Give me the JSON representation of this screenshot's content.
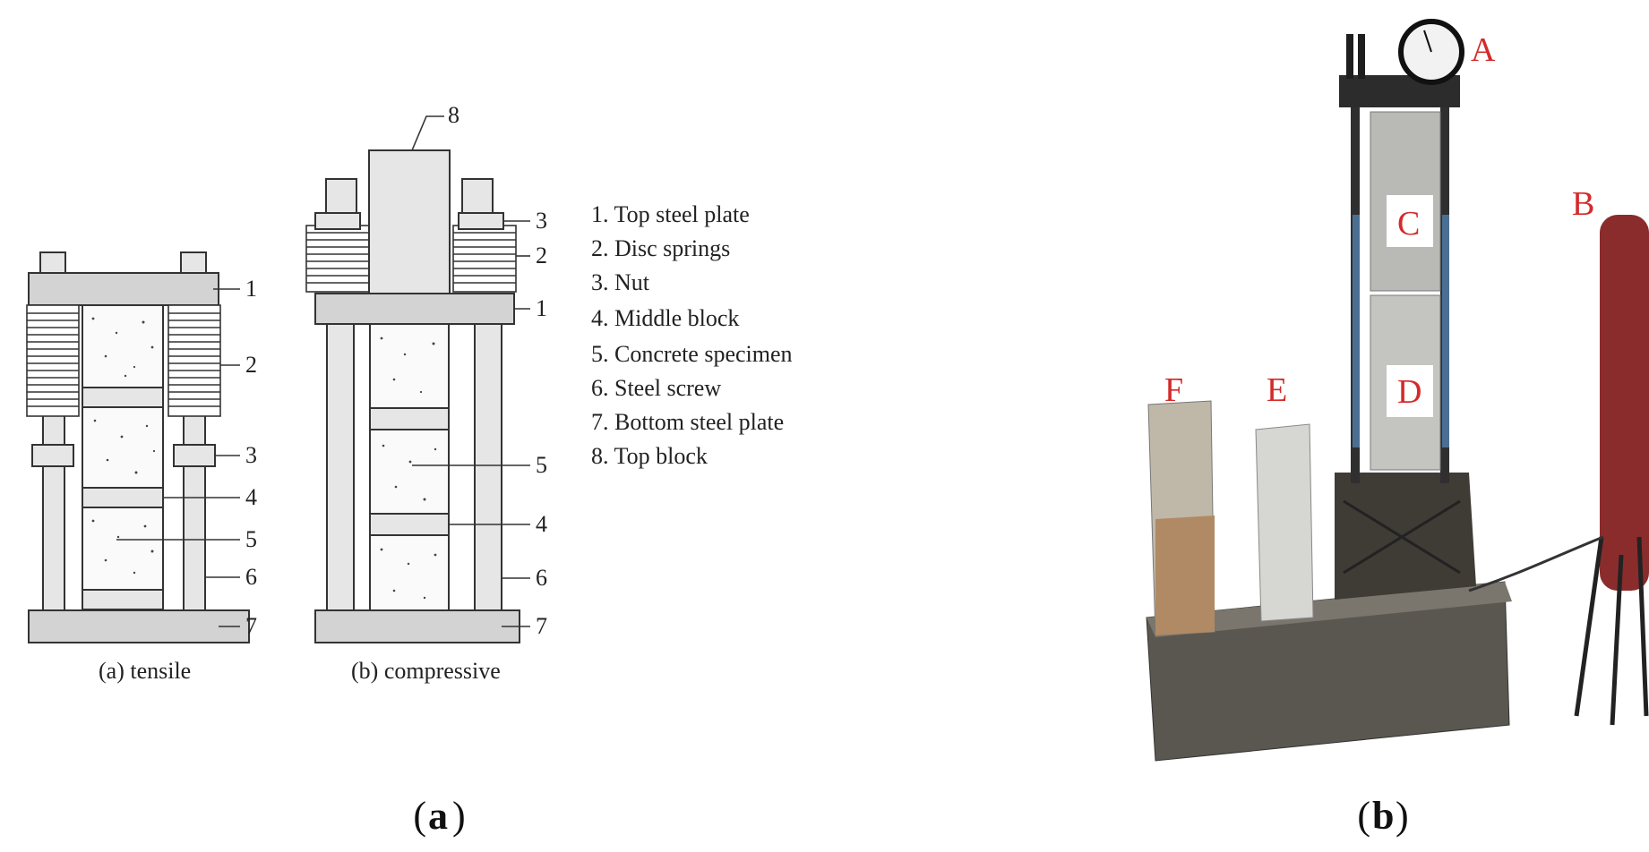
{
  "panels": {
    "a_label": "a",
    "b_label": "b"
  },
  "diagram_a": {
    "tensile_caption": "(a) tensile",
    "compressive_caption": "(b) compressive",
    "tensile_numbers": [
      "1",
      "2",
      "3",
      "4",
      "5",
      "6",
      "7"
    ],
    "compressive_numbers": [
      "8",
      "3",
      "2",
      "1",
      "5",
      "4",
      "6",
      "7"
    ],
    "legend": [
      "1. Top steel plate",
      "2. Disc springs",
      "3. Nut",
      "4. Middle block",
      "5. Concrete specimen",
      "6. Steel screw",
      "7. Bottom steel plate",
      "8. Top block"
    ]
  },
  "photo_b": {
    "labels": [
      "A",
      "B",
      "C",
      "D",
      "E",
      "F"
    ]
  },
  "colors": {
    "photo_label": "#d42a2a",
    "steel": "#e6e6e6",
    "gauge_rod_blue": "#4a6f92"
  }
}
